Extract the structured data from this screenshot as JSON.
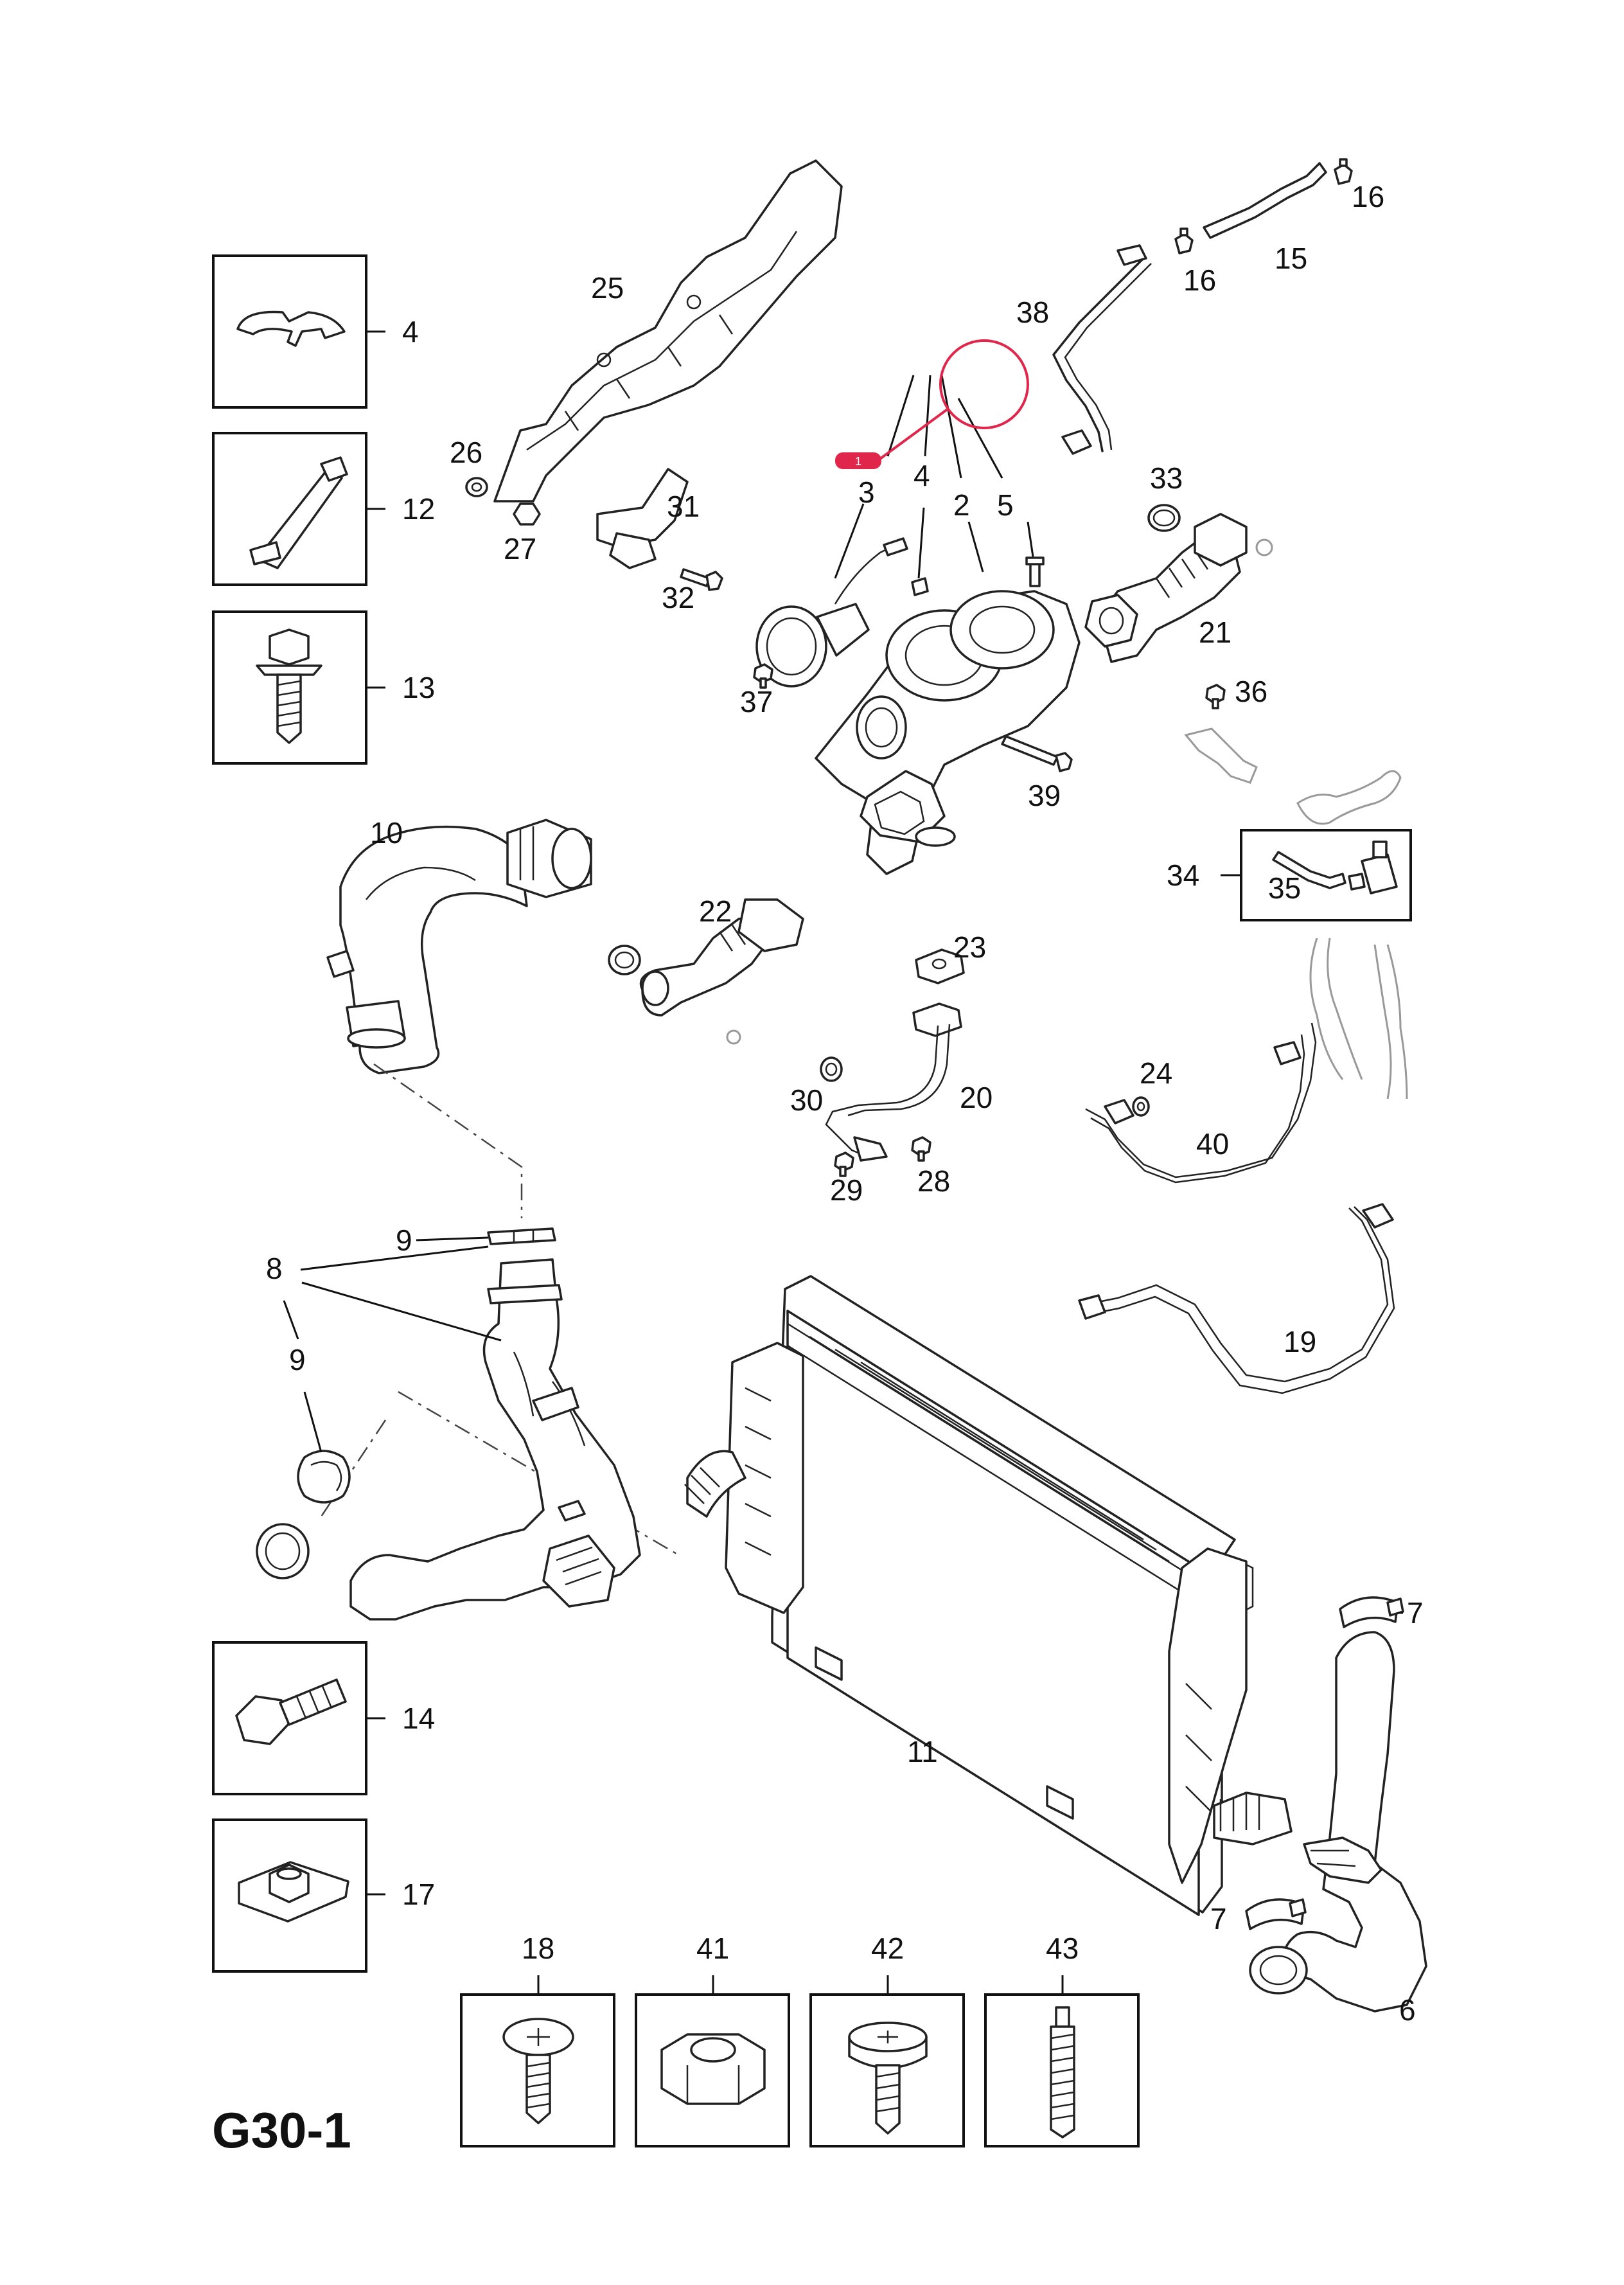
{
  "diagram_code": "G30-1",
  "highlight": {
    "color": "#e0264a",
    "badge": "1"
  },
  "callouts": {
    "c2": "2",
    "c3": "3",
    "c4a": "4",
    "c4b": "4",
    "c5": "5",
    "c6": "6",
    "c7a": "7",
    "c7b": "7",
    "c8": "8",
    "c9a": "9",
    "c9b": "9",
    "c10": "10",
    "c11": "11",
    "c12": "12",
    "c13": "13",
    "c14": "14",
    "c15": "15",
    "c16a": "16",
    "c16b": "16",
    "c17": "17",
    "c18": "18",
    "c19": "19",
    "c20": "20",
    "c21": "21",
    "c22": "22",
    "c23": "23",
    "c24": "24",
    "c25": "25",
    "c26": "26",
    "c27": "27",
    "c28": "28",
    "c29": "29",
    "c30": "30",
    "c31": "31",
    "c32": "32",
    "c33": "33",
    "c34": "34",
    "c35": "35",
    "c36": "36",
    "c37": "37",
    "c38": "38",
    "c39": "39",
    "c40": "40",
    "c41": "41",
    "c42": "42",
    "c43": "43"
  }
}
